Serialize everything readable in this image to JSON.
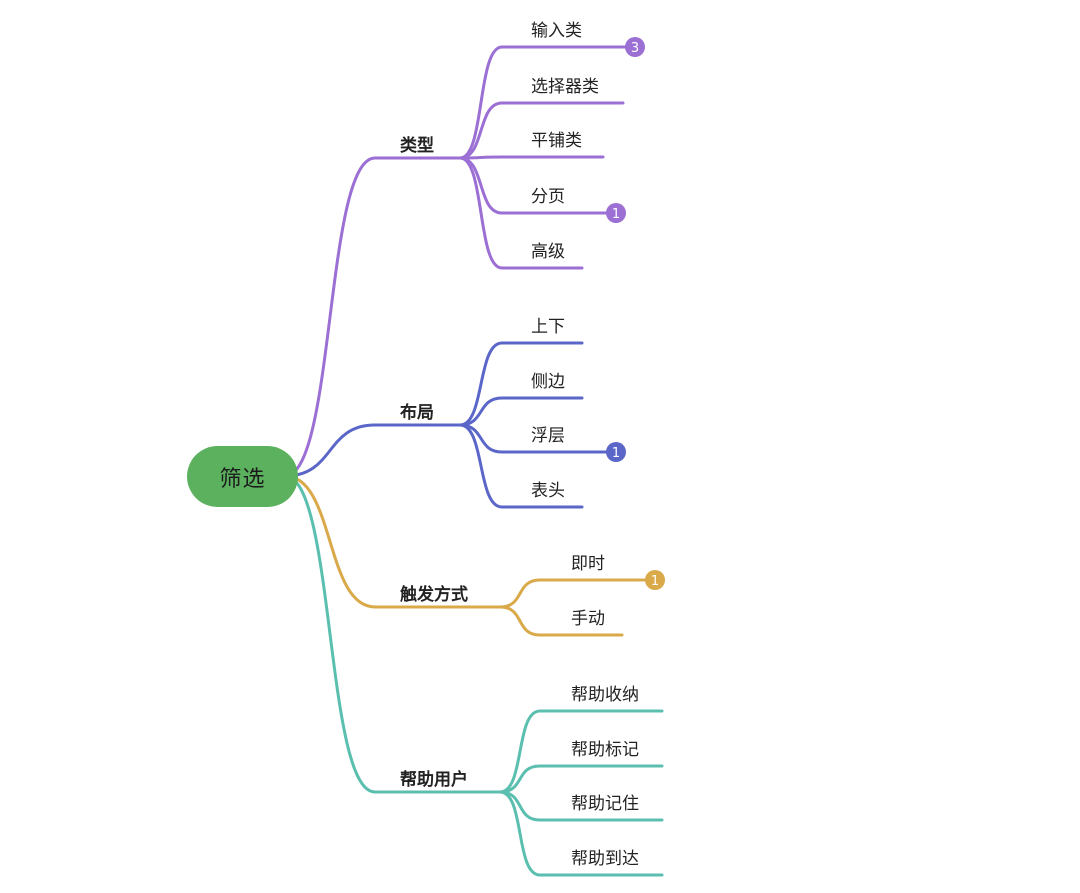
{
  "root": {
    "label": "筛选",
    "color": "#5cb15f"
  },
  "branches": [
    {
      "label": "类型",
      "color": "#9b6fd4",
      "children": [
        {
          "label": "输入类",
          "badge": "3"
        },
        {
          "label": "选择器类"
        },
        {
          "label": "平铺类"
        },
        {
          "label": "分页",
          "badge": "1"
        },
        {
          "label": "高级"
        }
      ]
    },
    {
      "label": "布局",
      "color": "#5b66c9",
      "children": [
        {
          "label": "上下"
        },
        {
          "label": "侧边"
        },
        {
          "label": "浮层",
          "badge": "1"
        },
        {
          "label": "表头"
        }
      ]
    },
    {
      "label": "触发方式",
      "color": "#d9a94a",
      "children": [
        {
          "label": "即时",
          "badge": "1"
        },
        {
          "label": "手动"
        }
      ]
    },
    {
      "label": "帮助用户",
      "color": "#5bbfb0",
      "children": [
        {
          "label": "帮助收纳"
        },
        {
          "label": "帮助标记"
        },
        {
          "label": "帮助记住"
        },
        {
          "label": "帮助到达"
        }
      ]
    }
  ]
}
